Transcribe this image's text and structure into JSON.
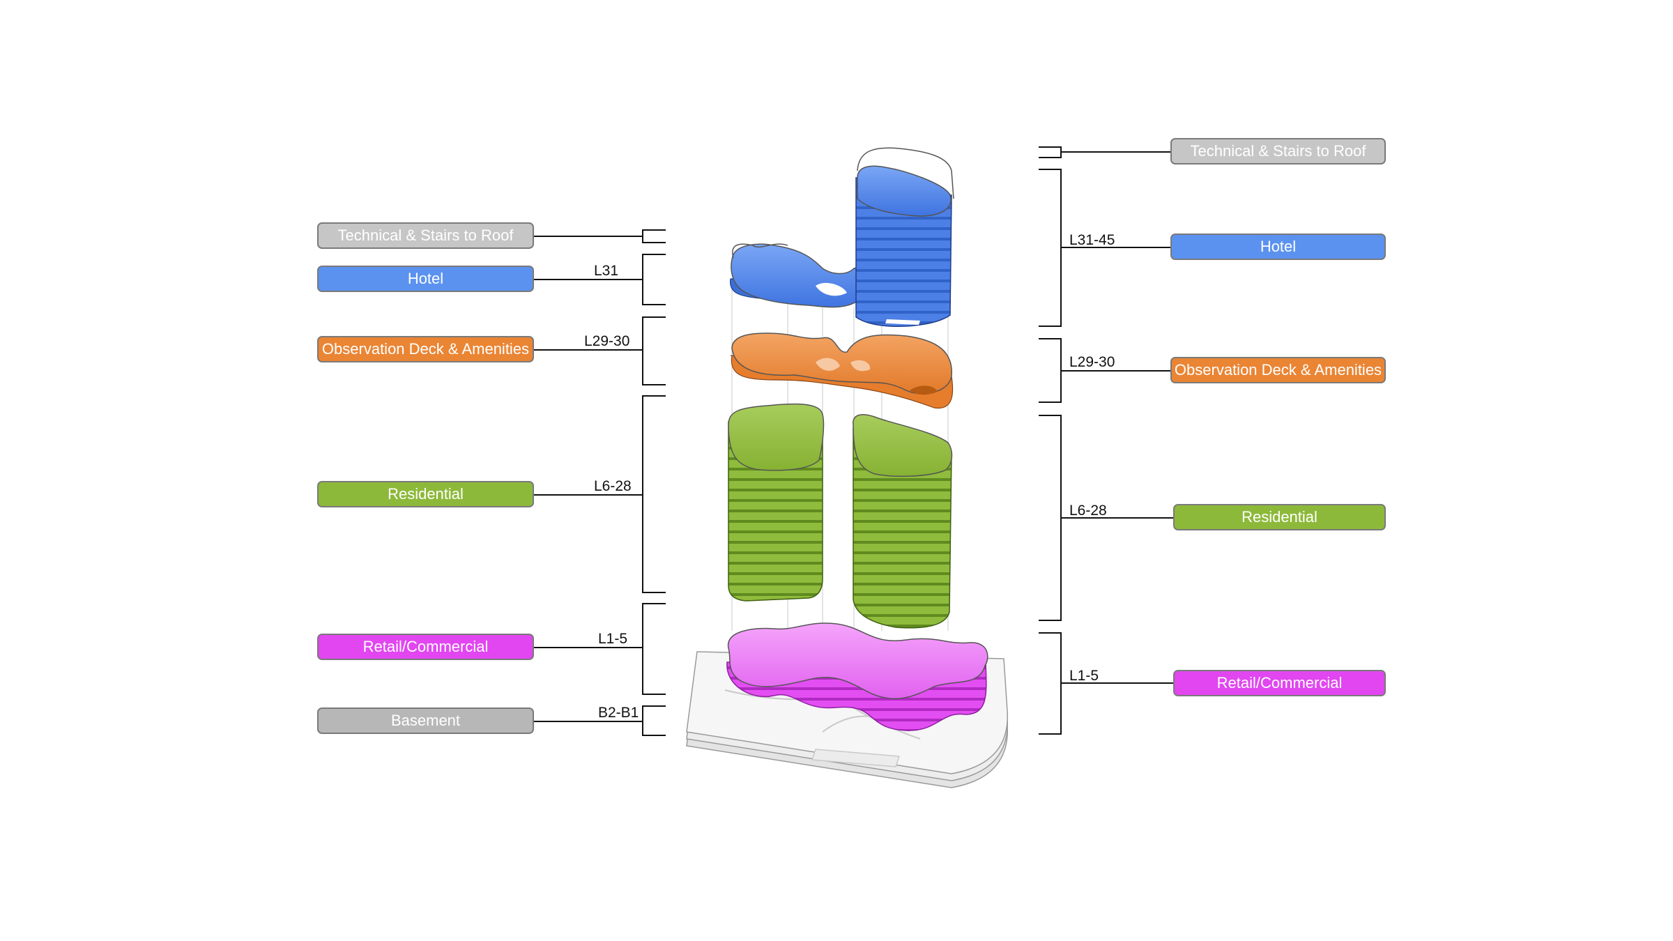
{
  "colors": {
    "technical": "#c6c6c6",
    "hotel": "#5b92ef",
    "observation": "#ea8534",
    "residential": "#8db93a",
    "retail": "#e146f0",
    "basement": "#b7b7b7",
    "line": "#111111"
  },
  "left": {
    "technical": {
      "label": "Technical & Stairs to Roof",
      "level": ""
    },
    "hotel": {
      "label": "Hotel",
      "level": "L31"
    },
    "observation": {
      "label": "Observation Deck & Amenities",
      "level": "L29-30"
    },
    "residential": {
      "label": "Residential",
      "level": "L6-28"
    },
    "retail": {
      "label": "Retail/Commercial",
      "level": "L1-5"
    },
    "basement": {
      "label": "Basement",
      "level": "B2-B1"
    }
  },
  "right": {
    "technical": {
      "label": "Technical & Stairs to Roof",
      "level": ""
    },
    "hotel": {
      "label": "Hotel",
      "level": "L31-45"
    },
    "observation": {
      "label": "Observation Deck & Amenities",
      "level": "L29-30"
    },
    "residential": {
      "label": "Residential",
      "level": "L6-28"
    },
    "retail": {
      "label": "Retail/Commercial",
      "level": "L1-5"
    }
  }
}
